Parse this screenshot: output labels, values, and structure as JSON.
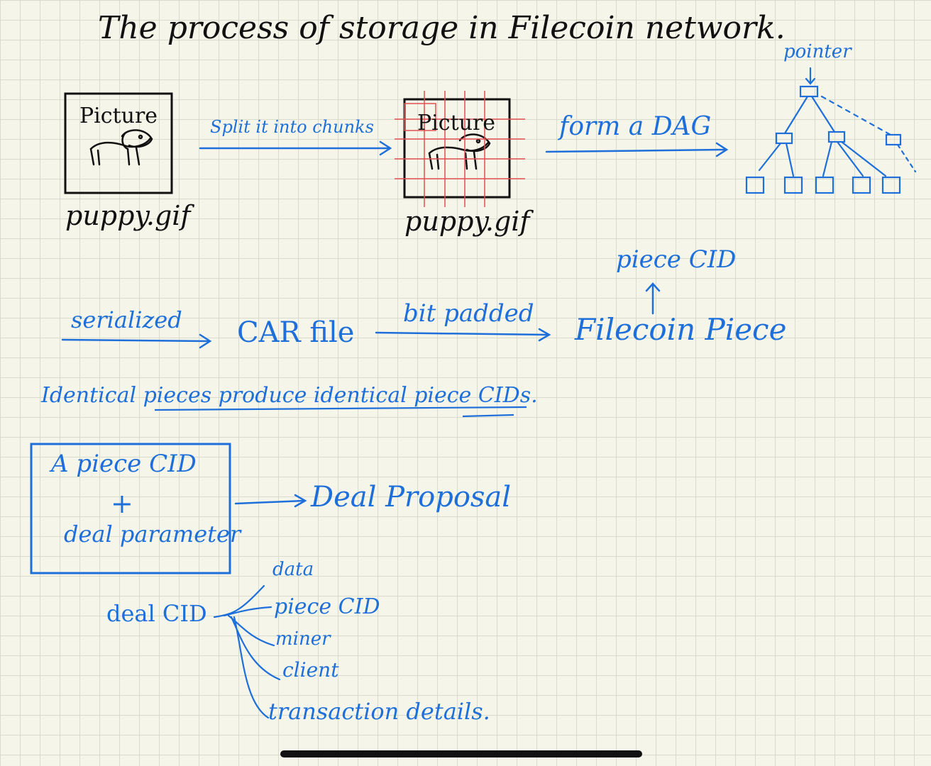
{
  "title": "The process of storage in Filecoin network.",
  "steps": {
    "picture_label": "Picture",
    "file_name": "puppy.gif",
    "split_label": "Split it into chunks",
    "dag_label": "form a DAG",
    "pointer_label": "pointer"
  },
  "row2": {
    "serialized": "serialized",
    "car_file": "CAR file",
    "bit_padded": "bit padded",
    "filecoin_piece": "Filecoin Piece",
    "piece_cid": "piece CID"
  },
  "note": "Identical pieces produce identical piece CIDs.",
  "box": {
    "line1": "A piece CID",
    "plus": "+",
    "line2": "deal parameter"
  },
  "deal_proposal": "Deal Proposal",
  "deal_cid": "deal CID",
  "deal_items": [
    "data",
    "piece CID",
    "miner",
    "client",
    "transaction details."
  ],
  "colors": {
    "ink": "#111111",
    "pen": "#1e6fd9",
    "grid": "#d9dccd",
    "paper": "#f6f5ea",
    "chunk_grid": "#e05050"
  }
}
